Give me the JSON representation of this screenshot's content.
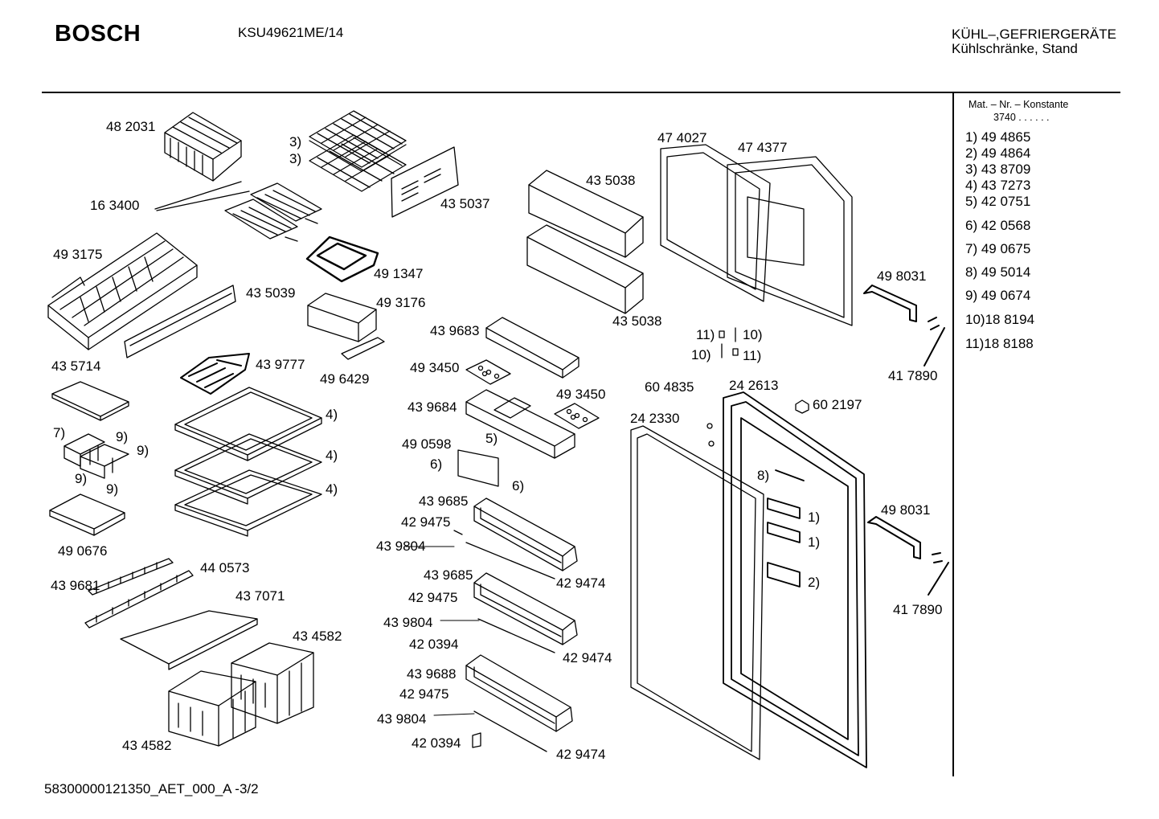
{
  "header": {
    "brand": "BOSCH",
    "model": "KSU49621ME/14",
    "category_line1": "KÜHL–,GEFRIERGERÄTE",
    "category_line2": "Kühlschränke, Stand"
  },
  "sidebar": {
    "title": "Mat. – Nr. – Konstante",
    "constant": "3740 . . . . . .",
    "items": [
      "1)  49 4865",
      "2)  49 4864",
      "3)  43 8709",
      "4)  43 7273",
      "5)  42 0751",
      "6)  42 0568",
      "7)  49 0675",
      "8)  49 5014",
      "9)  49 0674",
      "10)18 8194",
      "11)18 8188"
    ]
  },
  "labels": [
    "48 2031",
    "3)",
    "3)",
    "16 3400",
    "43 5037",
    "49 3175",
    "49 1347",
    "43 5039",
    "49 3176",
    "43 5714",
    "43 9777",
    "49 6429",
    "4)",
    "7)",
    "9)",
    "9)",
    "9)",
    "9)",
    "4)",
    "4)",
    "49 0676",
    "44 0573",
    "43 9681",
    "43 7071",
    "43 4582",
    "43 4582",
    "47 4027",
    "47 4377",
    "43 5038",
    "43 5038",
    "49 8031",
    "11)",
    "10)",
    "10)",
    "11)",
    "41 7890",
    "43 9683",
    "49 3450",
    "49 3450",
    "43 9684",
    "49 0598",
    "5)",
    "6)",
    "6)",
    "60 4835",
    "24 2613",
    "60 2197",
    "24 2330",
    "8)",
    "1)",
    "1)",
    "2)",
    "49 8031",
    "41 7890",
    "43 9685",
    "42 9475",
    "43 9804",
    "42 9474",
    "43 9685",
    "42 9475",
    "43 9804",
    "42 0394",
    "42 9474",
    "43 9688",
    "42 9475",
    "43 9804",
    "42 0394",
    "42 9474"
  ],
  "footer": {
    "doc_id": "58300000121350_AET_000_A    -3/2"
  }
}
